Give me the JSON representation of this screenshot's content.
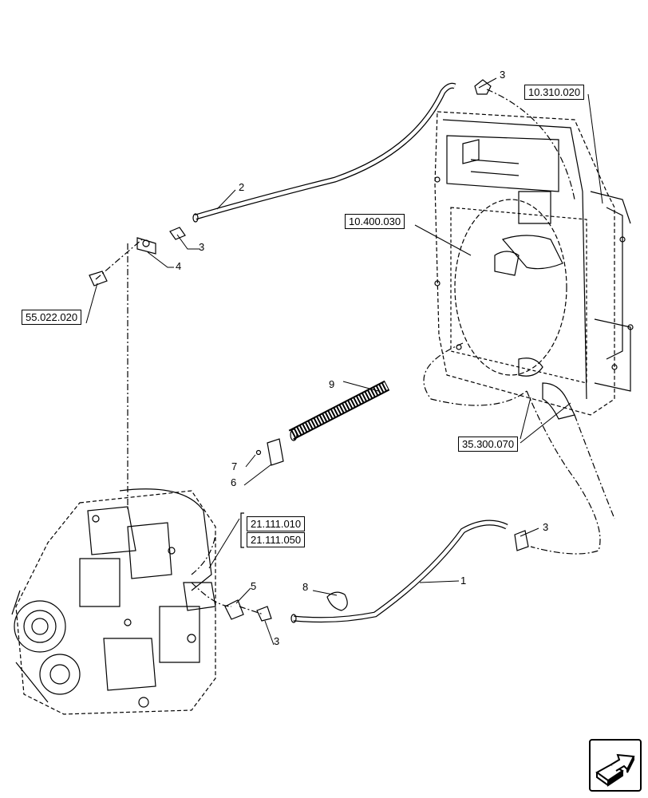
{
  "references": [
    {
      "id": "ref-10-310-020",
      "label": "10.310.020"
    },
    {
      "id": "ref-10-400-030",
      "label": "10.400.030"
    },
    {
      "id": "ref-55-022-020",
      "label": "55.022.020"
    },
    {
      "id": "ref-35-300-070",
      "label": "35.300.070"
    },
    {
      "id": "ref-21-111-010",
      "label": "21.111.010"
    },
    {
      "id": "ref-21-111-050",
      "label": "21.111.050"
    }
  ],
  "callouts": [
    "1",
    "2",
    "3",
    "3",
    "3",
    "3",
    "4",
    "5",
    "6",
    "7",
    "8",
    "9"
  ],
  "colors": {
    "line": "#000000",
    "background": "#ffffff"
  },
  "icons": {
    "navigation": "next-page-arrow-icon"
  }
}
